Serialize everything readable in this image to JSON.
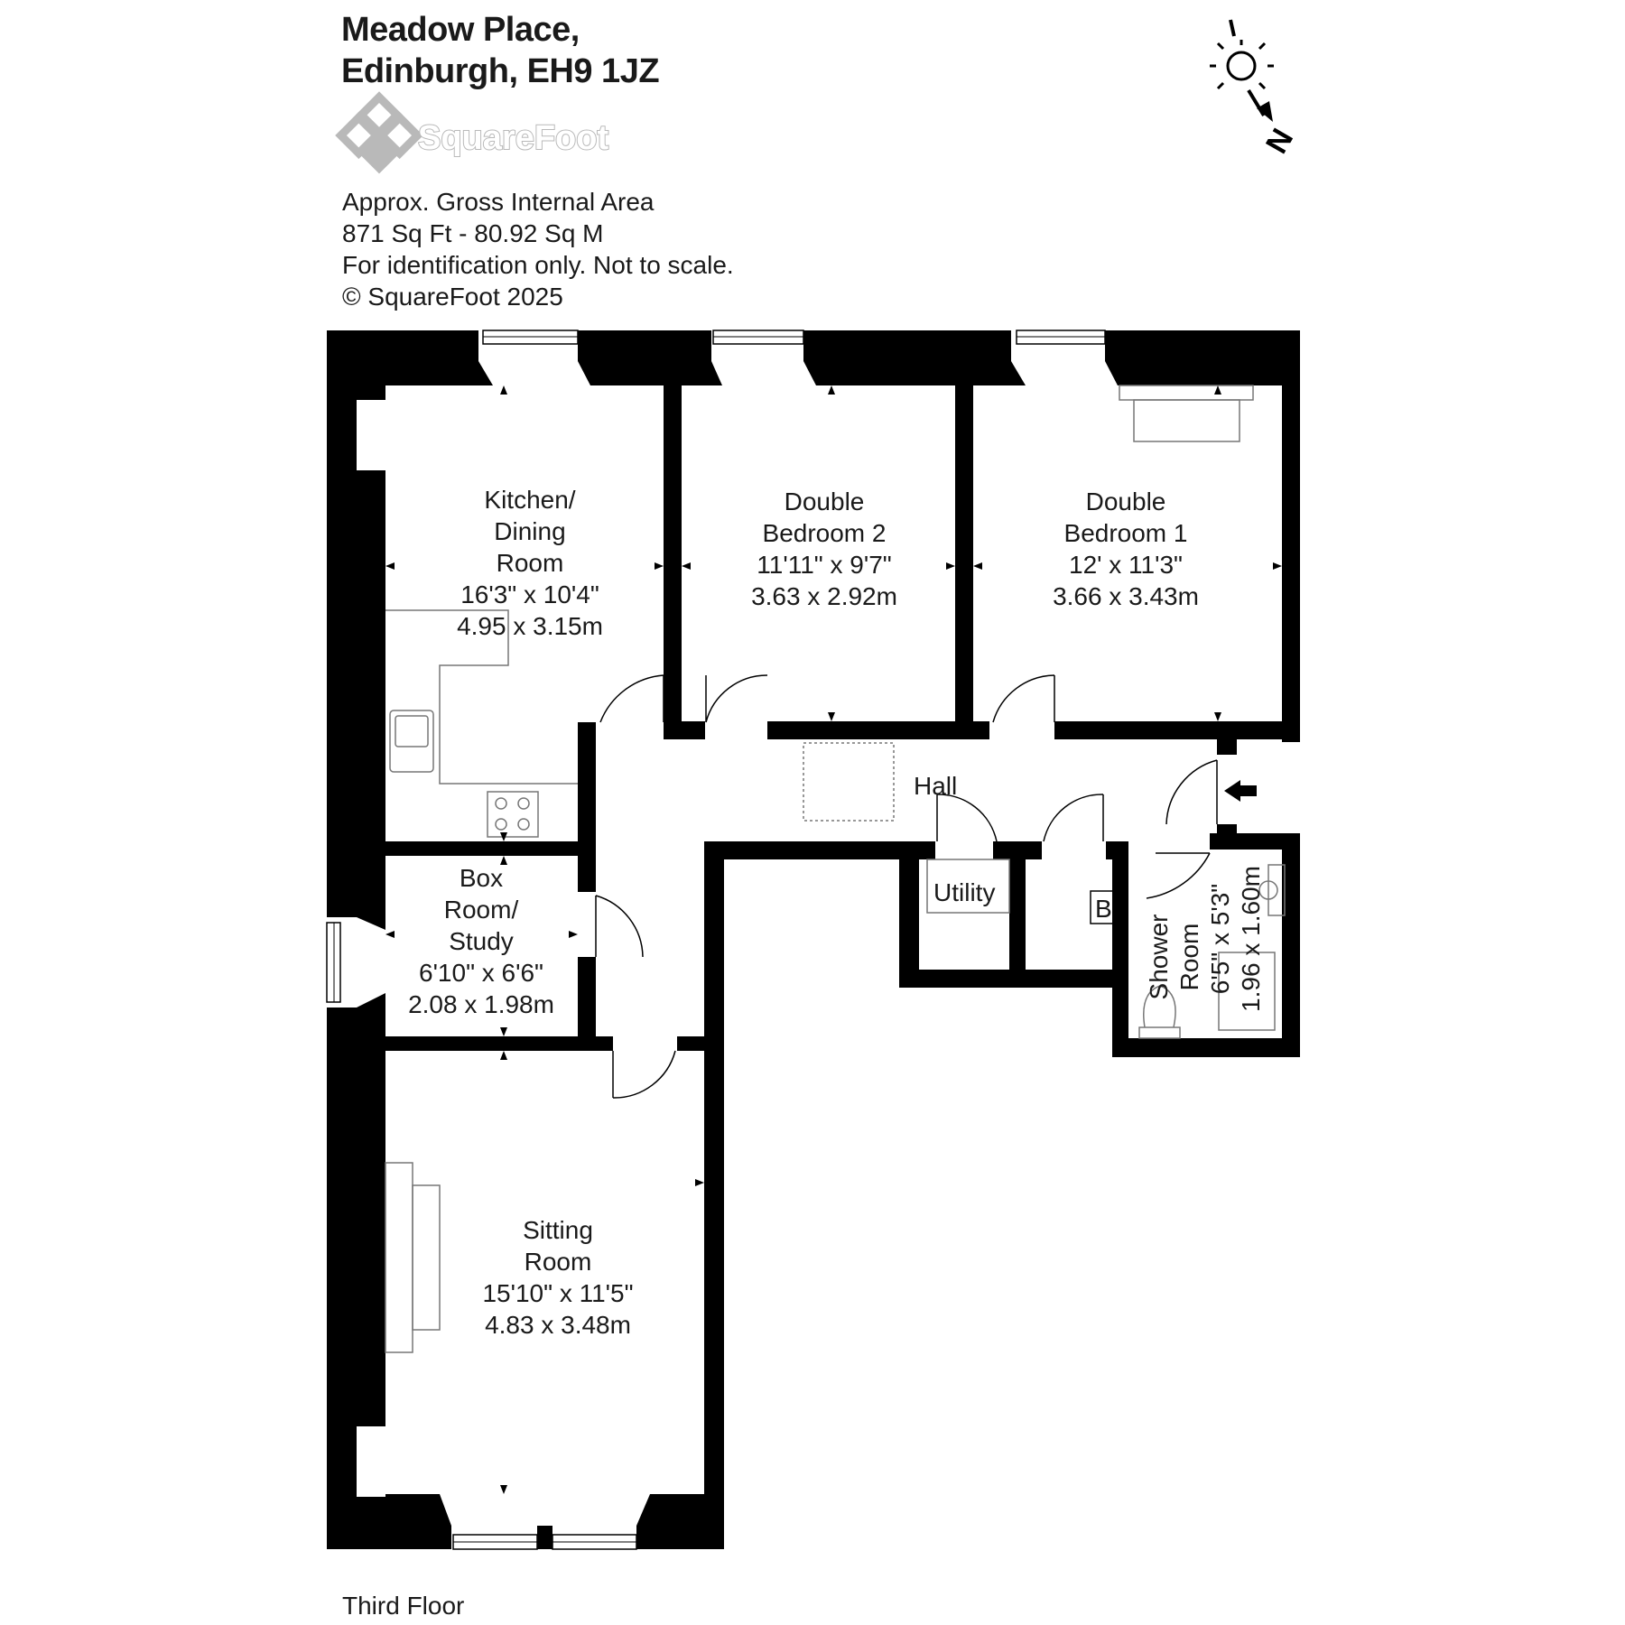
{
  "header": {
    "title_line1": "Meadow Place,",
    "title_line2": "Edinburgh, EH9 1JZ",
    "logo_text": "SquareFoot",
    "area_heading": "Approx. Gross Internal Area",
    "area_value": "871 Sq Ft  -  80.92 Sq M",
    "disclaimer": "For identification only. Not to scale.",
    "copyright": "© SquareFoot 2025"
  },
  "compass": {
    "label": "N"
  },
  "rooms": {
    "kitchen": {
      "name1": "Kitchen/",
      "name2": "Dining",
      "name3": "Room",
      "imperial": "16'3\" x 10'4\"",
      "metric": "4.95 x 3.15m"
    },
    "bedroom2": {
      "name1": "Double",
      "name2": "Bedroom 2",
      "imperial": "11'11\" x 9'7\"",
      "metric": "3.63 x 2.92m"
    },
    "bedroom1": {
      "name1": "Double",
      "name2": "Bedroom 1",
      "imperial": "12' x 11'3\"",
      "metric": "3.66 x 3.43m"
    },
    "hall": {
      "name": "Hall"
    },
    "utility": {
      "name": "Utility"
    },
    "boiler": {
      "name": "B"
    },
    "boxroom": {
      "name1": "Box",
      "name2": "Room/",
      "name3": "Study",
      "imperial": "6'10\" x 6'6\"",
      "metric": "2.08 x 1.98m"
    },
    "shower": {
      "name1": "Shower",
      "name2": "Room",
      "imperial": "6'5\" x 5'3\"",
      "metric": "1.96 x 1.60m"
    },
    "sitting": {
      "name1": "Sitting",
      "name2": "Room",
      "imperial": "15'10\" x 11'5\"",
      "metric": "4.83 x 3.48m"
    }
  },
  "floor_label": "Third Floor",
  "colors": {
    "wall": "#000000",
    "fixture_line": "#777777",
    "logo_grey": "#b9b9b9"
  }
}
